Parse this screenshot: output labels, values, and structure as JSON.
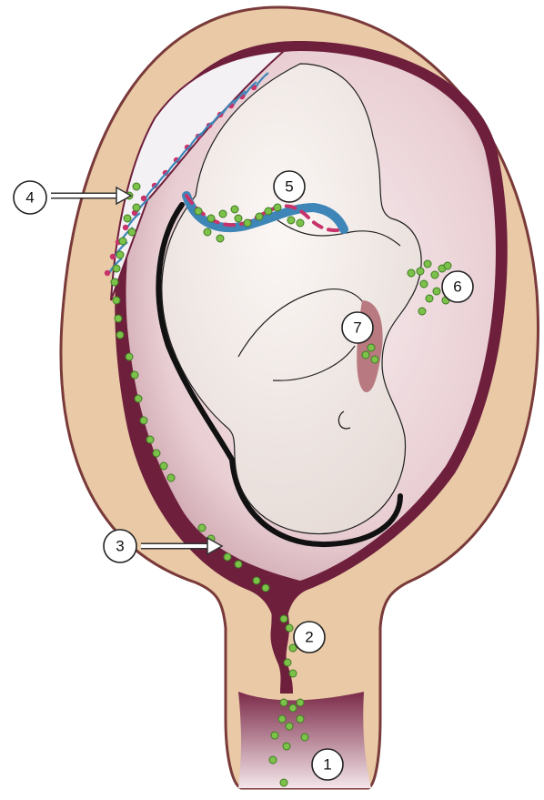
{
  "diagram": {
    "callouts": [
      {
        "id": "c1",
        "label": "1"
      },
      {
        "id": "c2",
        "label": "2"
      },
      {
        "id": "c3",
        "label": "3"
      },
      {
        "id": "c4",
        "label": "4"
      },
      {
        "id": "c5",
        "label": "5"
      },
      {
        "id": "c6",
        "label": "6"
      },
      {
        "id": "c7",
        "label": "7"
      }
    ],
    "colors": {
      "uterine_wall": "#e9c9a6",
      "wall_outline": "#7a3a3a",
      "membrane": "#6e1f3c",
      "amniotic_cavity": "#f0dde0",
      "cavity_shadow": "#c9a3ab",
      "fetus_skin": "#eee7e3",
      "fetus_outline": "#111111",
      "bacteria": "#7cc24a",
      "cord_blue": "#3f86b8",
      "cord_red": "#c7336a",
      "placenta": "#f3f0f3",
      "cervix_canal": "#6e1f3c",
      "vagina": "#8b3a55"
    }
  }
}
